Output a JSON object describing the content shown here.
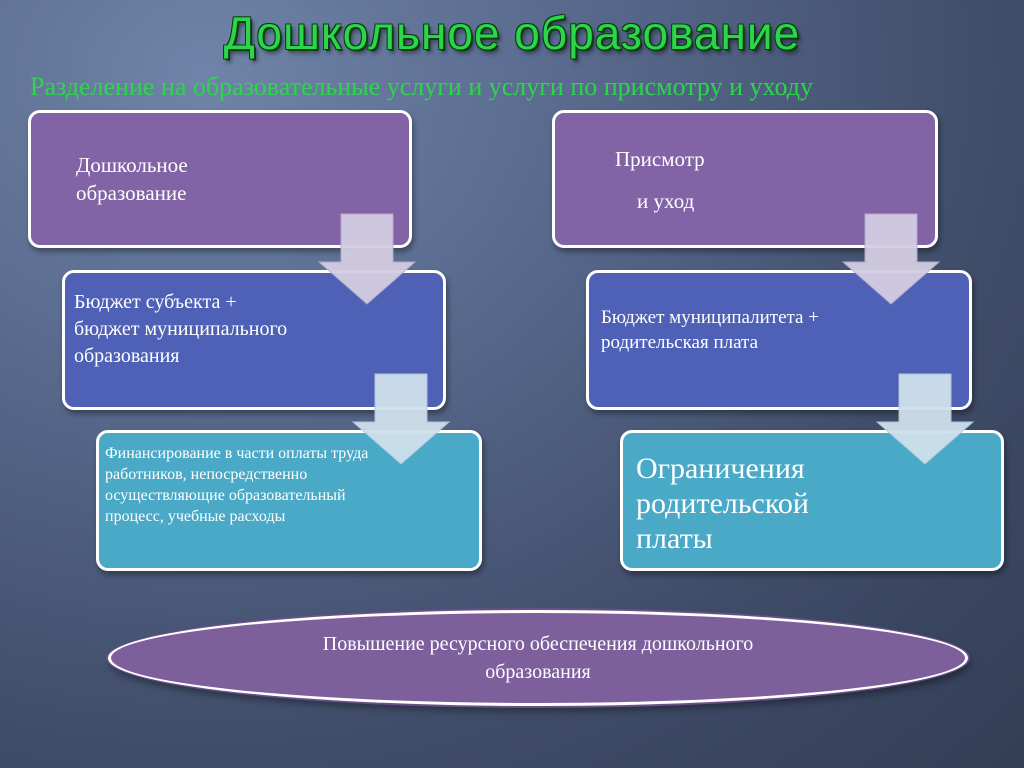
{
  "title": "Дошкольное образование",
  "subtitle": "Разделение на образовательные услуги и услуги по присмотру и уходу",
  "left": {
    "top_box": "Дошкольное образование",
    "middle_box": "Бюджет субъекта + бюджет муниципального образования",
    "bottom_box": "Финансирование  в части оплаты труда работников, непосредственно осуществляющие образовательный процесс, учебные расходы"
  },
  "right": {
    "top_box_line1": "Присмотр",
    "top_box_line2": "и уход",
    "middle_box": "Бюджет муниципалитета + родительская плата",
    "bottom_box": "Ограничения родительской платы"
  },
  "footer": "Повышение ресурсного обеспечения дошкольного образования",
  "colors": {
    "title_green": "#2bd64a",
    "purple_box": "#8263a6",
    "blue_box": "#4f61b7",
    "cyan_box": "#4aa9c7"
  }
}
